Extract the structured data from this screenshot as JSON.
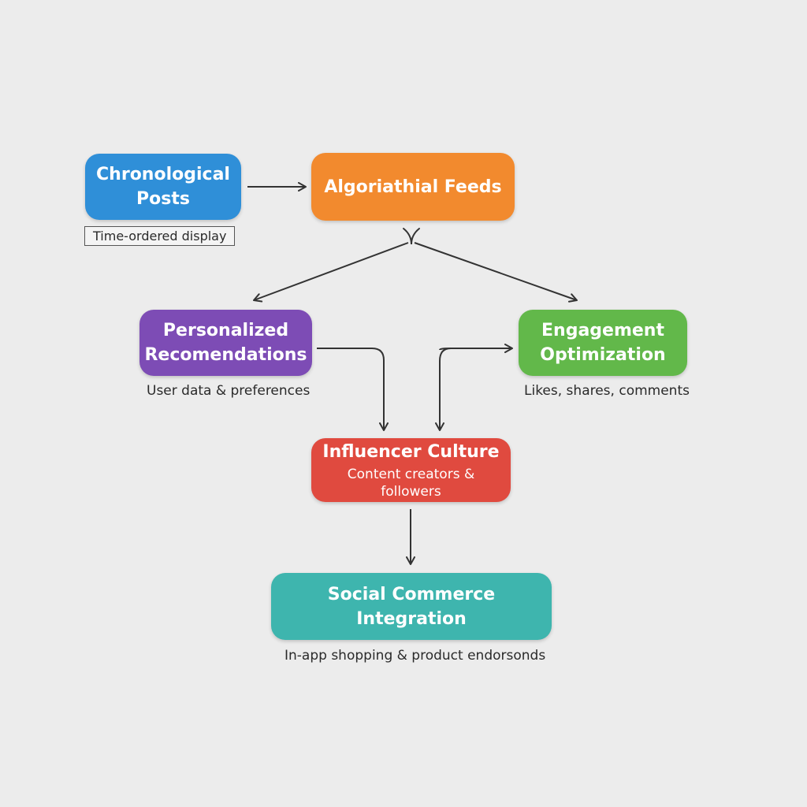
{
  "nodes": {
    "chronological": {
      "title": "Chronological\nPosts",
      "color": "#2f8fd8"
    },
    "algorithmic": {
      "title": "Algoriathial Feeds",
      "color": "#f28a2e"
    },
    "personalized": {
      "title": "Personalized\nRecomendations",
      "color": "#7d4cb5"
    },
    "engagement": {
      "title": "Engagement\nOptimization",
      "color": "#62b84a"
    },
    "influencer": {
      "title": "Influencer Culture",
      "subtitle": "Content creators & followers",
      "color": "#e04a3f"
    },
    "commerce": {
      "title": "Social Commerce\nIntegration",
      "color": "#3eb5ae"
    }
  },
  "captions": {
    "chronological": "Time-ordered display",
    "personalized": "User data & preferences",
    "engagement": "Likes, shares, comments",
    "commerce": "In-app shopping & product endorsonds"
  },
  "colors": {
    "arrow": "#333333",
    "background": "#ececec"
  }
}
